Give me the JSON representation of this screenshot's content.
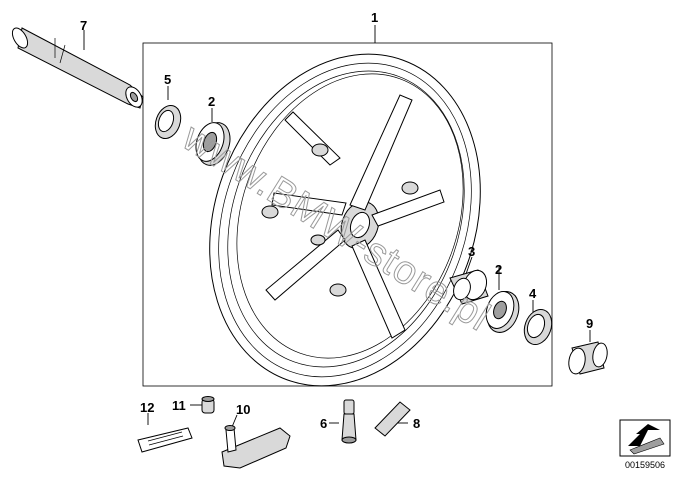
{
  "callouts": {
    "rim": "1",
    "bearing_left": "2",
    "bearing_right": "2",
    "spacer_sleeve": "3",
    "seal_ring_right": "4",
    "seal_ring_left": "5",
    "valve": "6",
    "axle": "7",
    "balance_weight": "8",
    "spacer_bushing": "9",
    "valve_cap_tool": "10",
    "valve_cap": "11",
    "label_sticker": "12"
  },
  "watermark": "www.BMW-store.pl",
  "doc_number": "00159506",
  "icons": {
    "reference": "arrow-reference-icon"
  }
}
